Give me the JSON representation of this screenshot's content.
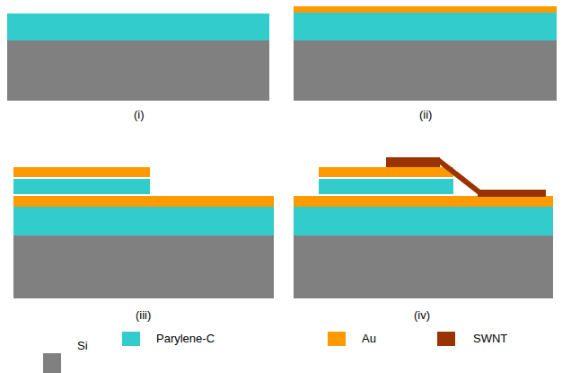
{
  "diagram": {
    "labels": [
      "(i)",
      "(ii)",
      "(iii)",
      "(iv)"
    ],
    "legend": [
      {
        "text": "Si",
        "color": "#808080"
      },
      {
        "text": "Parylene-C",
        "color": "#33cccc"
      },
      {
        "text": "Au",
        "color": "#ff9900"
      },
      {
        "text": "SWNT",
        "color": "#993300"
      }
    ]
  }
}
